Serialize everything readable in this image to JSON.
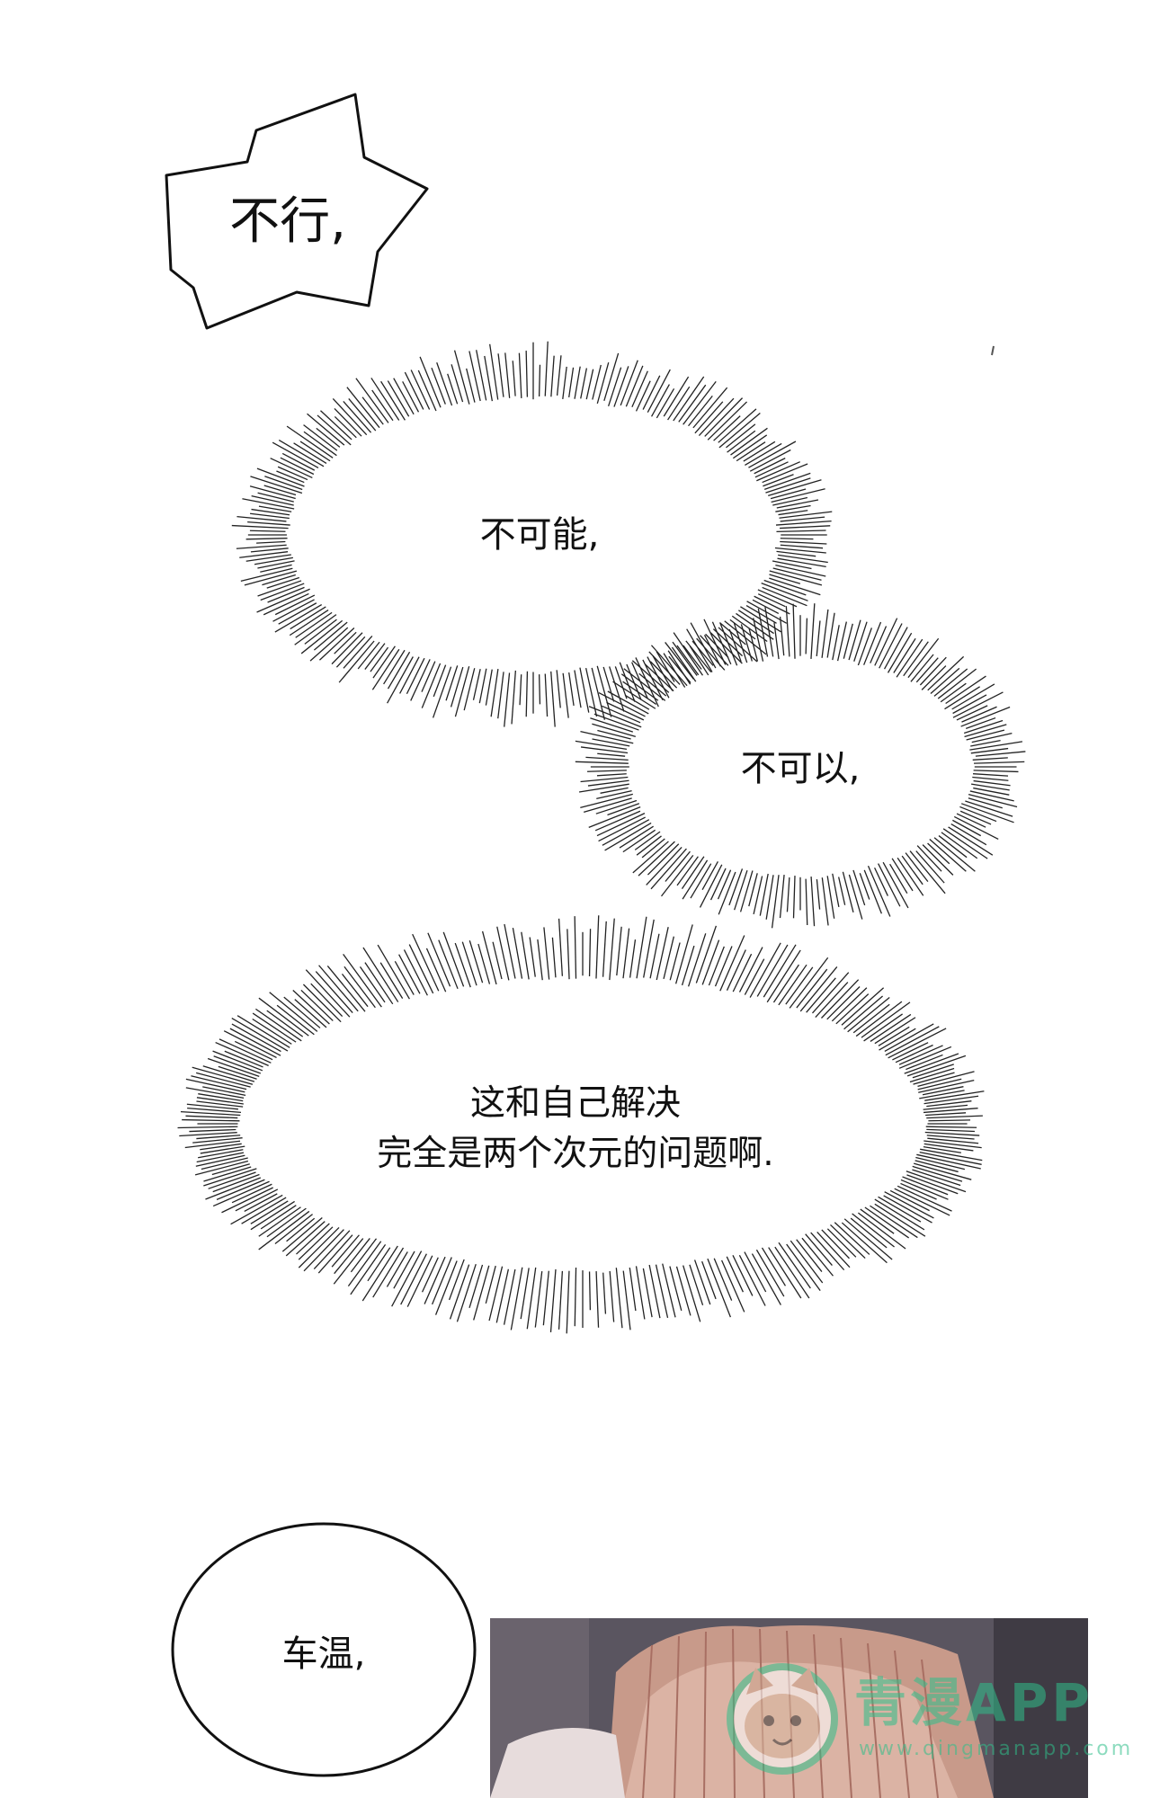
{
  "bubbles": {
    "shout": "不行,",
    "burst1": "不可能,",
    "burst2": "不可以,",
    "burst3_line1": "这和自己解决",
    "burst3_line2": "完全是两个次元的问题啊.",
    "speech": "车温,"
  },
  "watermark": {
    "title": "青漫APP",
    "subtitle": "www.qingmanapp.com",
    "icon": "cat-face-icon",
    "color": "#2fbf8a"
  },
  "colors": {
    "background": "#ffffff",
    "ink": "#111111",
    "hair": "#c89a8a",
    "wall": "#4e4a52"
  }
}
